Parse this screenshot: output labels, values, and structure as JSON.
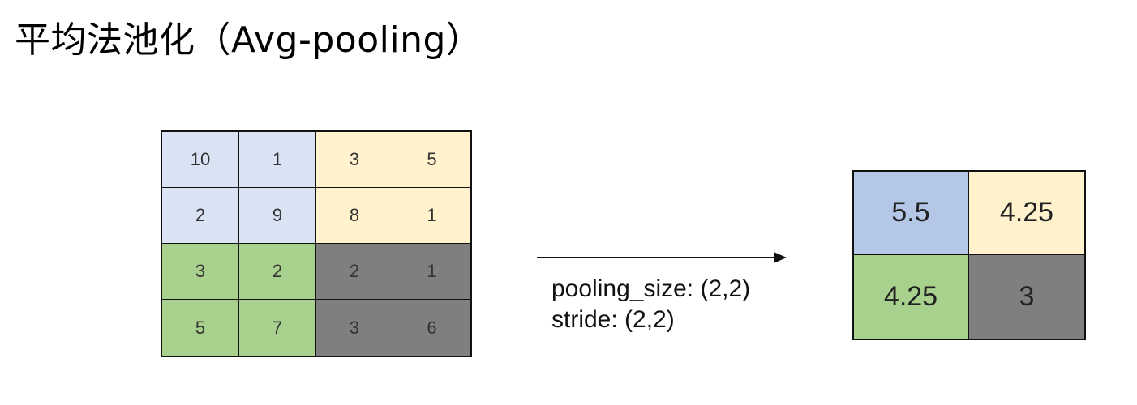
{
  "title": "平均法池化（Avg-pooling）",
  "colors": {
    "blue_in": "#dae3f3",
    "yellow_in": "#fff2cc",
    "green_in": "#a9d18e",
    "gray_in": "#7f7f7f",
    "blue_out": "#b4c7e7",
    "yellow_out": "#fff2cc",
    "green_out": "#a9d18e",
    "gray_out": "#7f7f7f"
  },
  "input_grid": {
    "rows": [
      [
        {
          "value": "10",
          "color": "#dae3f3"
        },
        {
          "value": "1",
          "color": "#dae3f3"
        },
        {
          "value": "3",
          "color": "#fff2cc"
        },
        {
          "value": "5",
          "color": "#fff2cc"
        }
      ],
      [
        {
          "value": "2",
          "color": "#dae3f3"
        },
        {
          "value": "9",
          "color": "#dae3f3"
        },
        {
          "value": "8",
          "color": "#fff2cc"
        },
        {
          "value": "1",
          "color": "#fff2cc"
        }
      ],
      [
        {
          "value": "3",
          "color": "#a9d18e"
        },
        {
          "value": "2",
          "color": "#a9d18e"
        },
        {
          "value": "2",
          "color": "#7f7f7f"
        },
        {
          "value": "1",
          "color": "#7f7f7f"
        }
      ],
      [
        {
          "value": "5",
          "color": "#a9d18e"
        },
        {
          "value": "7",
          "color": "#a9d18e"
        },
        {
          "value": "3",
          "color": "#7f7f7f"
        },
        {
          "value": "6",
          "color": "#7f7f7f"
        }
      ]
    ]
  },
  "params": {
    "pooling_size": "pooling_size: (2,2)",
    "stride": "stride: (2,2)"
  },
  "output_grid": {
    "rows": [
      [
        {
          "value": "5.5",
          "color": "#b4c7e7"
        },
        {
          "value": "4.25",
          "color": "#fff2cc"
        }
      ],
      [
        {
          "value": "4.25",
          "color": "#a9d18e"
        },
        {
          "value": "3",
          "color": "#7f7f7f"
        }
      ]
    ]
  }
}
